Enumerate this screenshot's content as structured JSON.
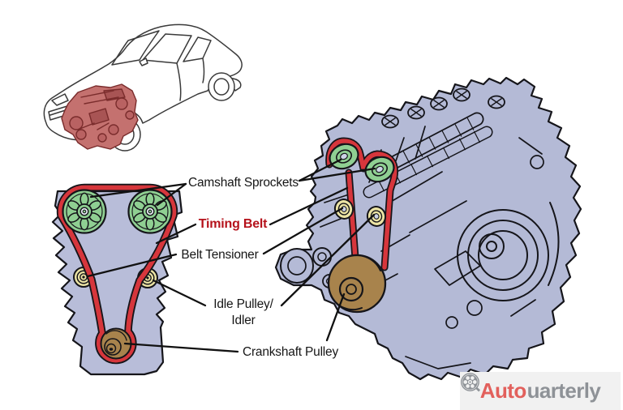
{
  "diagram": {
    "labels": {
      "camshaft_sprockets": "Camshaft Sprockets",
      "timing_belt": "Timing Belt",
      "belt_tensioner": "Belt Tensioner",
      "idle_pulley_line1": "Idle Pulley/",
      "idle_pulley_line2": "Idler",
      "crankshaft_pulley": "Crankshaft Pulley"
    },
    "colors": {
      "belt_red": "#d6363c",
      "timing_belt_text": "#b5121b",
      "sprocket_green": "#8fcf92",
      "pulley_yellow": "#ece4a4",
      "crankshaft_brown": "#a8834c",
      "engine_blue": "#b4bad6",
      "block_blue": "#b8bdd9",
      "highlighted_engine_red": "#c4716f",
      "label_text": "#161616"
    }
  },
  "logo": {
    "prefix": "Auto",
    "suffix": "uarterly",
    "q_icon": "wheel-q-icon",
    "prefix_color": "#e2605c",
    "suffix_color": "#8e9297",
    "background": "#f1f1f1"
  }
}
